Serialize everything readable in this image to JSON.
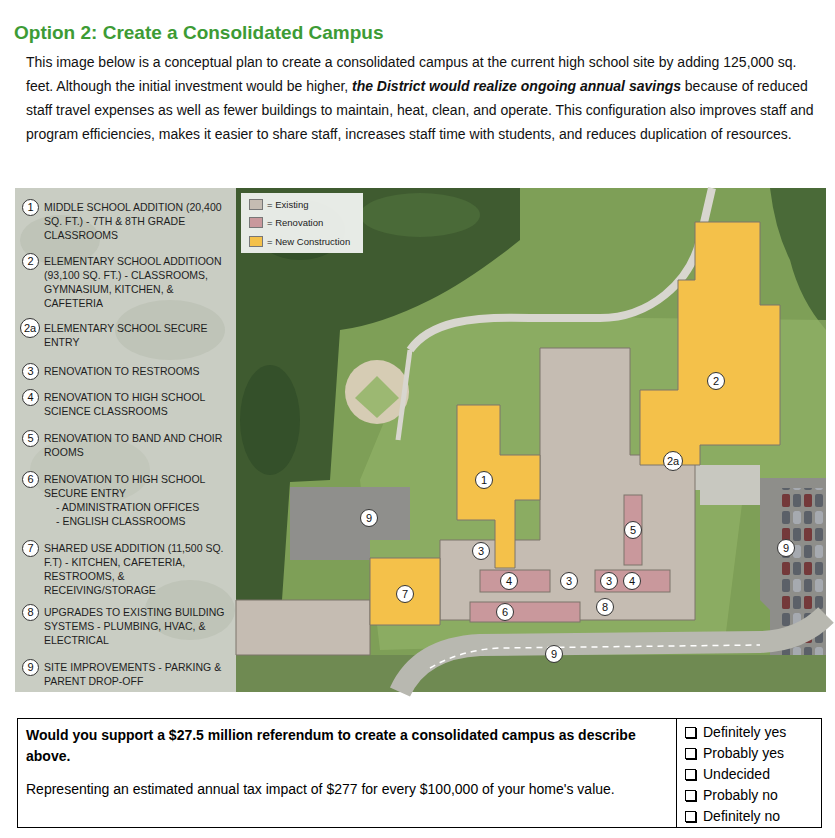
{
  "diagram": {
    "title": "Option 2: Create a Consolidated Campus",
    "nodes": [
      {
        "text": [
          "1"
        ]
      },
      {
        "text": [
          "2"
        ]
      },
      {
        "text": [
          "2a"
        ]
      },
      {
        "text": [
          "3"
        ]
      },
      {
        "text": [
          "4"
        ]
      },
      {
        "text": [
          "5"
        ]
      },
      {
        "text": [
          "6"
        ]
      },
      {
        "text": [
          "7"
        ]
      },
      {
        "text": [
          "8"
        ]
      },
      {
        "text": [
          "9"
        ]
      },
      {
        "text": [
          "2"
        ]
      },
      {
        "text": [
          "2a"
        ]
      },
      {
        "text": [
          "1"
        ]
      },
      {
        "text": [
          "9"
        ]
      },
      {
        "text": [
          "5"
        ]
      },
      {
        "text": [
          "9"
        ]
      },
      {
        "text": [
          "3"
        ]
      },
      {
        "text": [
          "4"
        ]
      },
      {
        "text": [
          "3"
        ]
      },
      {
        "text": [
          "3"
        ]
      },
      {
        "text": [
          "4"
        ]
      },
      {
        "text": [
          "7"
        ]
      },
      {
        "text": [
          "8"
        ]
      },
      {
        "text": [
          "6"
        ]
      },
      {
        "text": [
          "9"
        ]
      }
    ],
    "labels": [
      "This image below is a conceptual plan to create a consolidated campus at the current high school site by adding 125,000 sq. feet. Although the initial investment would be higher,",
      "the District would realize ongoing annual savings",
      "because of reduced staff travel expenses as well as fewer buildings to maintain, heat, clean, and operate. This configuration also improves staff and program efficiencies, makes it easier to share staff, increases staff time with students, and reduces duplication of resources.",
      "MIDDLE SCHOOL ADDITION (20,400 SQ. FT.) - 7TH & 8TH GRADE CLASSROOMS",
      "ELEMENTARY SCHOOL ADDITIOON (93,100 SQ. FT.) - CLASSROOMS, GYMNASIUM, KITCHEN, & CAFETERIA",
      "ELEMENTARY SCHOOL SECURE ENTRY",
      "RENOVATION TO RESTROOMS",
      "RENOVATION TO HIGH SCHOOL SCIENCE CLASSROOMS",
      "RENOVATION TO BAND AND CHOIR ROOMS",
      "RENOVATION TO HIGH SCHOOL SECURE ENTRY",
      "- ADMINISTRATION OFFICES",
      "- ENGLISH CLASSROOMS",
      "SHARED USE ADDITION (11,500 SQ. F.T) - KITCHEN, CAFETERIA, RESTROOMS, & RECEIVING/STORAGE",
      "UPGRADES TO EXISTING BUILDING SYSTEMS - PLUMBING, HVAC, & ELECTRICAL",
      "SITE IMPROVEMENTS - PARKING & PARENT DROP-OFF",
      "Would you support a $27.5 million referendum to create a consolidated campus as describe above.",
      "Representing an estimated annual tax impact of $277 for every $100,000 of your home's value.",
      "Definitely yes",
      "Probably yes",
      "Undecided",
      "Probably no",
      "Definitely no"
    ],
    "legend": [
      {
        "text": "= Existing",
        "color": "#c5bcb2"
      },
      {
        "text": "= Renovation",
        "color": "#c9989c"
      },
      {
        "text": "= New Construction",
        "color": "#f4c14a"
      }
    ]
  }
}
